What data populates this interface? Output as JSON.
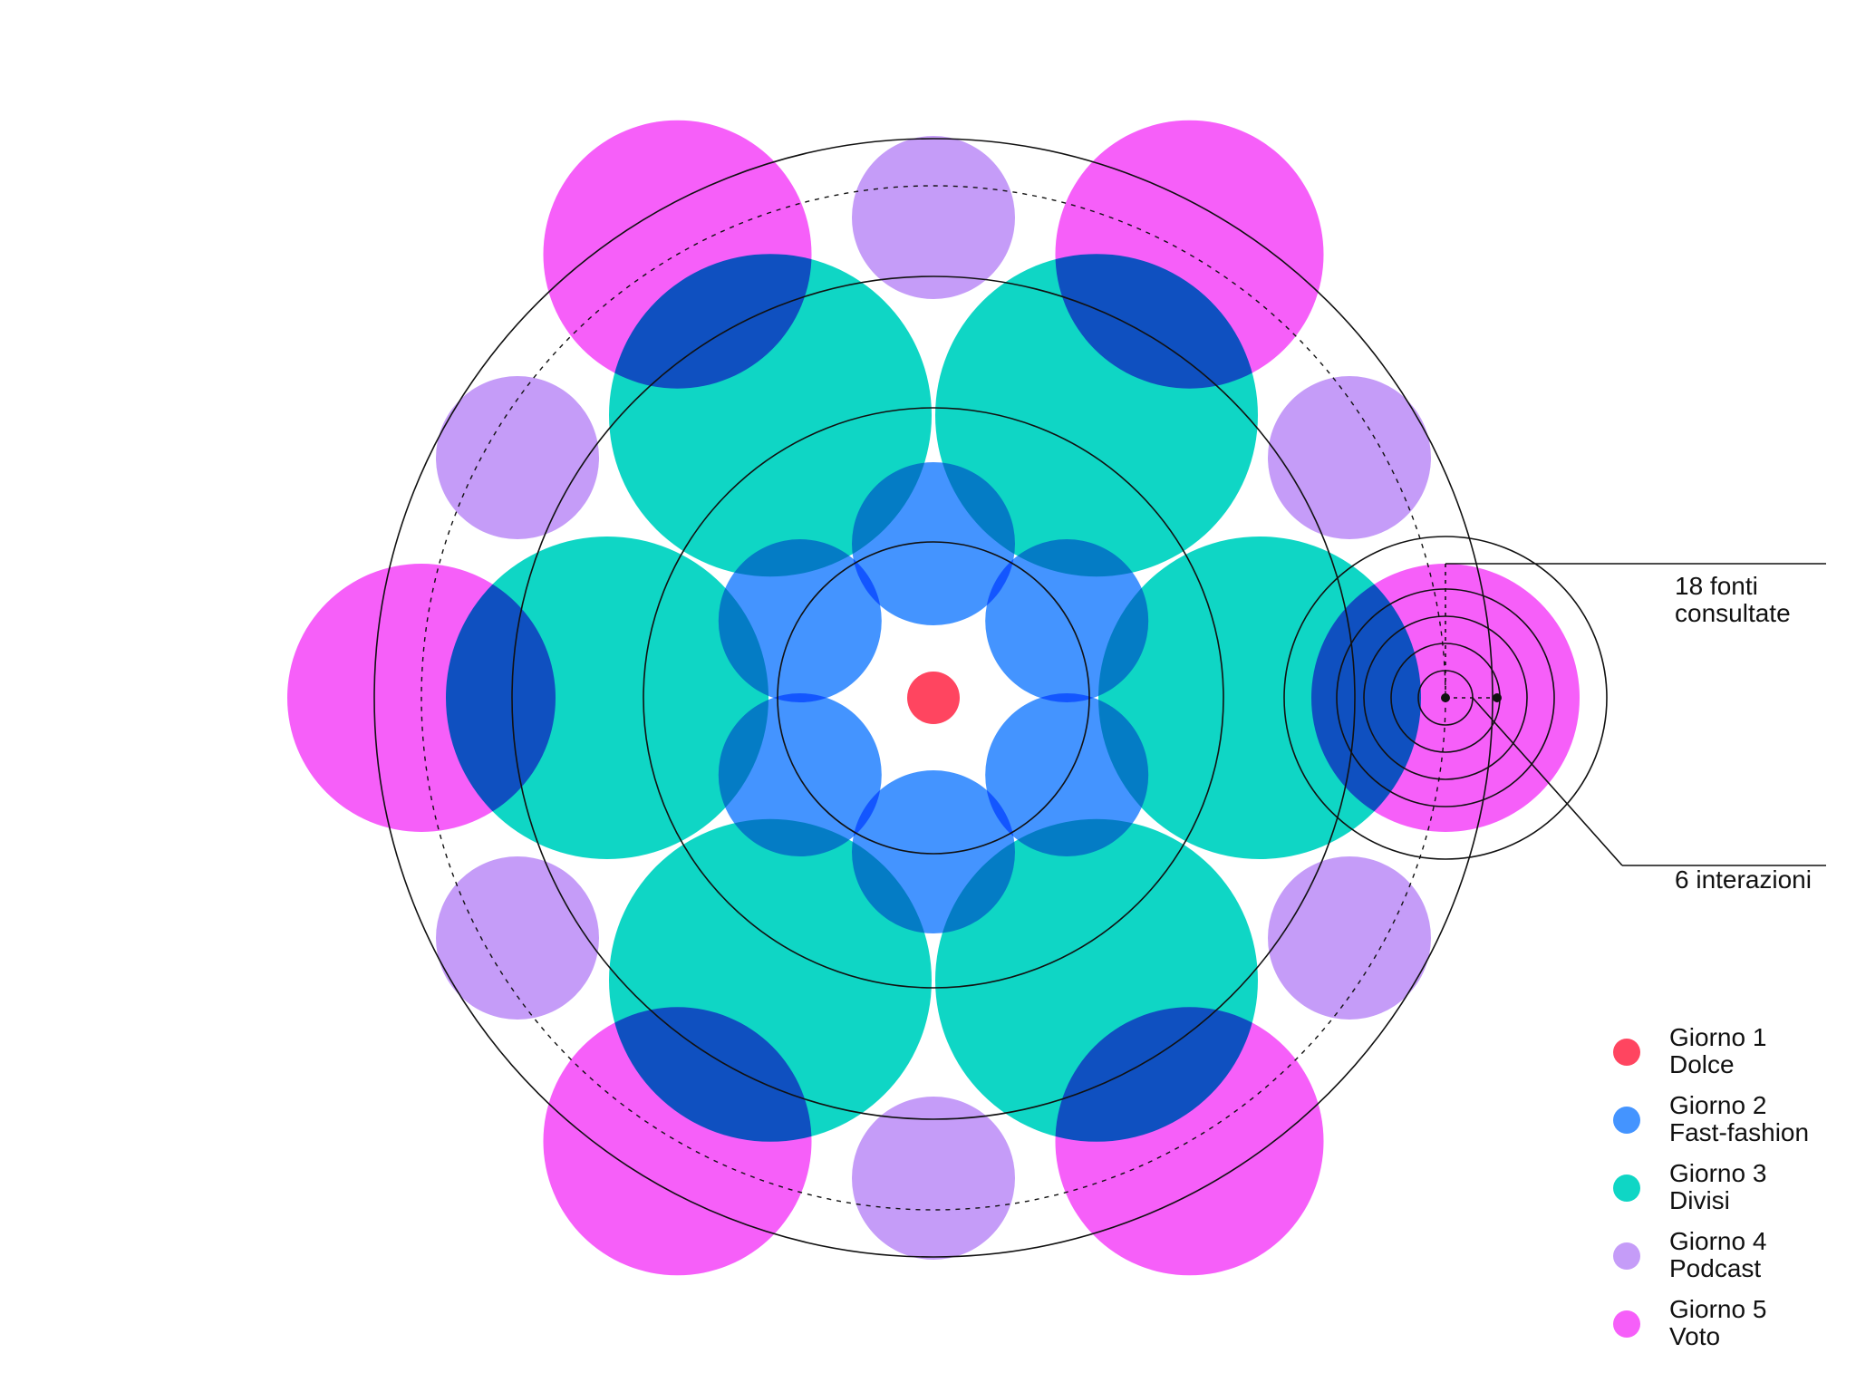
{
  "colors": {
    "giorno1": "#ff4560",
    "giorno2": "#4494ff",
    "giorno3": "#0fd6c5",
    "giorno4": "#c59cf8",
    "giorno5": "#f65ff9",
    "line": "#111111",
    "background": "#ffffff"
  },
  "annotations": {
    "sources": "18 fonti\nconsultate",
    "interactions": "6 interazioni"
  },
  "legend": [
    {
      "id": "giorno1",
      "day": "Giorno 1",
      "topic": "Dolce",
      "color": "#ff4560"
    },
    {
      "id": "giorno2",
      "day": "Giorno 2",
      "topic": "Fast-fashion",
      "color": "#4494ff"
    },
    {
      "id": "giorno3",
      "day": "Giorno 3",
      "topic": "Divisi",
      "color": "#0fd6c5"
    },
    {
      "id": "giorno4",
      "day": "Giorno 4",
      "topic": "Podcast",
      "color": "#c59cf8"
    },
    {
      "id": "giorno5",
      "day": "Giorno 5",
      "topic": "Voto",
      "color": "#f65ff9"
    }
  ]
}
